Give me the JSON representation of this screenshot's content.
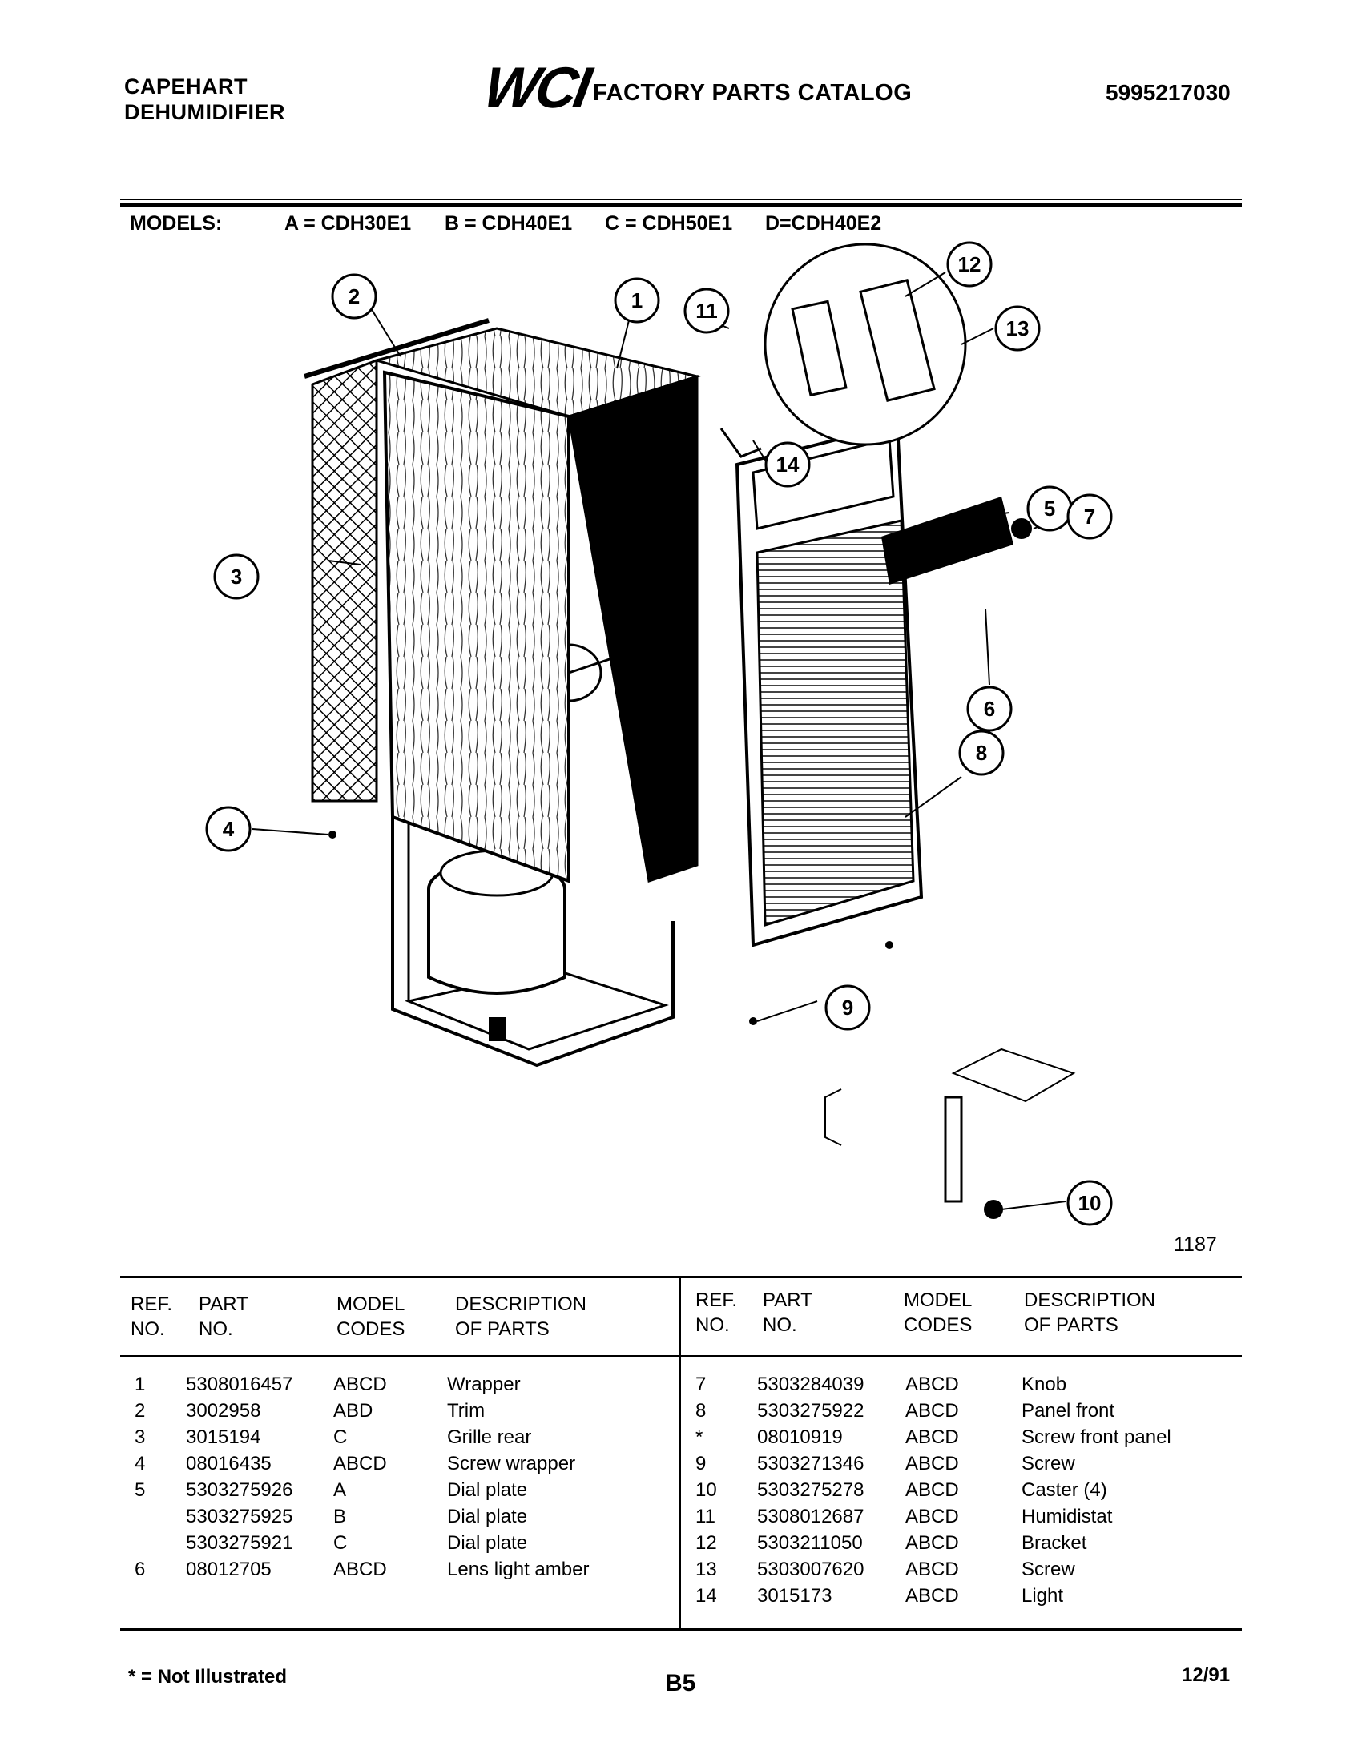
{
  "header": {
    "brand_line1": "CAPEHART",
    "brand_line2": "DEHUMIDIFIER",
    "logo": "WCI",
    "title": "FACTORY PARTS CATALOG",
    "catalog_number": "5995217030"
  },
  "models": {
    "label": "MODELS:",
    "a": "A = CDH30E1",
    "b": "B = CDH40E1",
    "c": "C = CDH50E1",
    "d": "D=CDH40E2"
  },
  "diagram": {
    "callouts": [
      "1",
      "2",
      "3",
      "4",
      "5",
      "6",
      "7",
      "8",
      "9",
      "10",
      "11",
      "12",
      "13",
      "14"
    ],
    "figure_id": "1187"
  },
  "table": {
    "headers": {
      "ref_no": [
        "REF.",
        "NO."
      ],
      "part_no": [
        "PART",
        "NO."
      ],
      "model_codes": [
        "MODEL",
        "CODES"
      ],
      "description": [
        "DESCRIPTION",
        "OF PARTS"
      ]
    },
    "left_rows": [
      {
        "ref": "1",
        "part": "5308016457",
        "codes": "ABCD",
        "desc": "Wrapper"
      },
      {
        "ref": "2",
        "part": "3002958",
        "codes": "ABD",
        "desc": "Trim"
      },
      {
        "ref": "3",
        "part": "3015194",
        "codes": "C",
        "desc": "Grille rear"
      },
      {
        "ref": "4",
        "part": "08016435",
        "codes": "ABCD",
        "desc": "Screw wrapper"
      },
      {
        "ref": "5",
        "part": "5303275926",
        "codes": "A",
        "desc": "Dial plate"
      },
      {
        "ref": "",
        "part": "5303275925",
        "codes": "B",
        "desc": "Dial plate"
      },
      {
        "ref": "",
        "part": "5303275921",
        "codes": "C",
        "desc": "Dial plate"
      },
      {
        "ref": "6",
        "part": "08012705",
        "codes": "ABCD",
        "desc": "Lens light amber"
      }
    ],
    "right_rows": [
      {
        "ref": "7",
        "part": "5303284039",
        "codes": "ABCD",
        "desc": "Knob"
      },
      {
        "ref": "8",
        "part": "5303275922",
        "codes": "ABCD",
        "desc": "Panel front"
      },
      {
        "ref": "*",
        "part": "08010919",
        "codes": "ABCD",
        "desc": "Screw front panel"
      },
      {
        "ref": "9",
        "part": "5303271346",
        "codes": "ABCD",
        "desc": "Screw"
      },
      {
        "ref": "10",
        "part": "5303275278",
        "codes": "ABCD",
        "desc": "Caster (4)"
      },
      {
        "ref": "11",
        "part": "5308012687",
        "codes": "ABCD",
        "desc": "Humidistat"
      },
      {
        "ref": "12",
        "part": "5303211050",
        "codes": "ABCD",
        "desc": "Bracket"
      },
      {
        "ref": "13",
        "part": "5303007620",
        "codes": "ABCD",
        "desc": "Screw"
      },
      {
        "ref": "14",
        "part": "3015173",
        "codes": "ABCD",
        "desc": "Light"
      }
    ]
  },
  "footer": {
    "note": "* = Not Illustrated",
    "page": "B5",
    "date": "12/91"
  }
}
